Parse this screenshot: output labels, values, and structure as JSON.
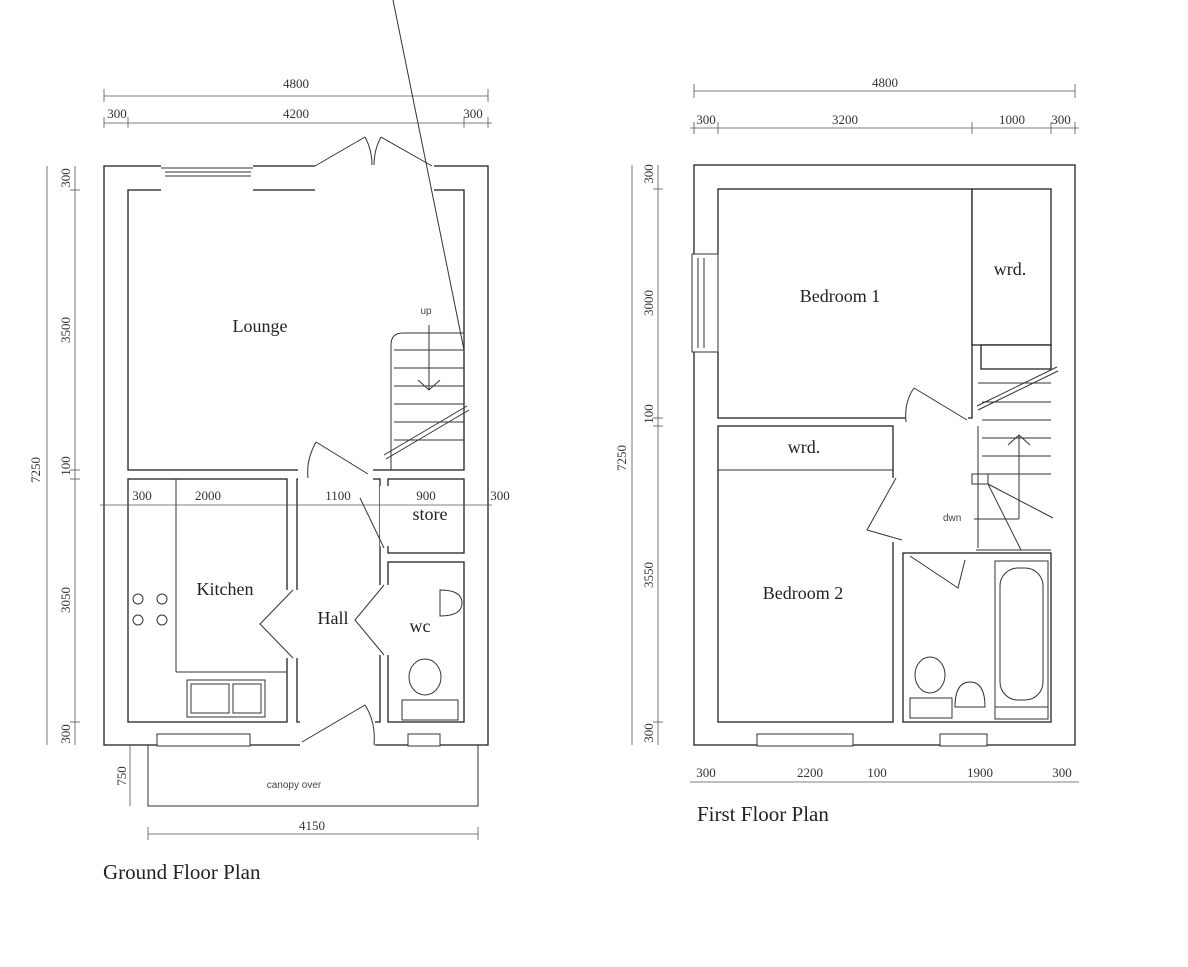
{
  "ground_floor": {
    "title": "Ground Floor Plan",
    "rooms": {
      "lounge": "Lounge",
      "kitchen": "Kitchen",
      "hall": "Hall",
      "store": "store",
      "wc": "wc"
    },
    "stair_label": "up",
    "canopy_label": "canopy over",
    "dims_top": {
      "overall": "4800",
      "left_wall": "300",
      "inner": "4200",
      "right_wall": "300"
    },
    "dims_left": {
      "overall": "7250",
      "top_wall": "300",
      "lounge": "3500",
      "partition": "100",
      "lower": "3050",
      "bottom_wall": "300"
    },
    "dims_mid": {
      "wall_left": "300",
      "kitchen": "2000",
      "hall": "1100",
      "store": "900",
      "wall_right": "300"
    },
    "dims_canopy": {
      "depth": "750",
      "width": "4150"
    }
  },
  "first_floor": {
    "title": "First Floor Plan",
    "rooms": {
      "bedroom1": "Bedroom 1",
      "bedroom2": "Bedroom 2",
      "wardrobe1": "wrd.",
      "wardrobe2": "wrd."
    },
    "stair_label": "dwn",
    "dims_top": {
      "overall": "4800",
      "left_wall": "300",
      "bedroom": "3200",
      "wardrobe": "1000",
      "right_wall": "300"
    },
    "dims_left": {
      "overall": "7250",
      "top_wall": "300",
      "bedroom1": "3000",
      "partition": "100",
      "bedroom2": "3550",
      "bottom_wall": "300"
    },
    "dims_bottom": {
      "left_wall": "300",
      "bedroom2": "2200",
      "partition": "100",
      "bathroom": "1900",
      "right_wall": "300"
    }
  }
}
